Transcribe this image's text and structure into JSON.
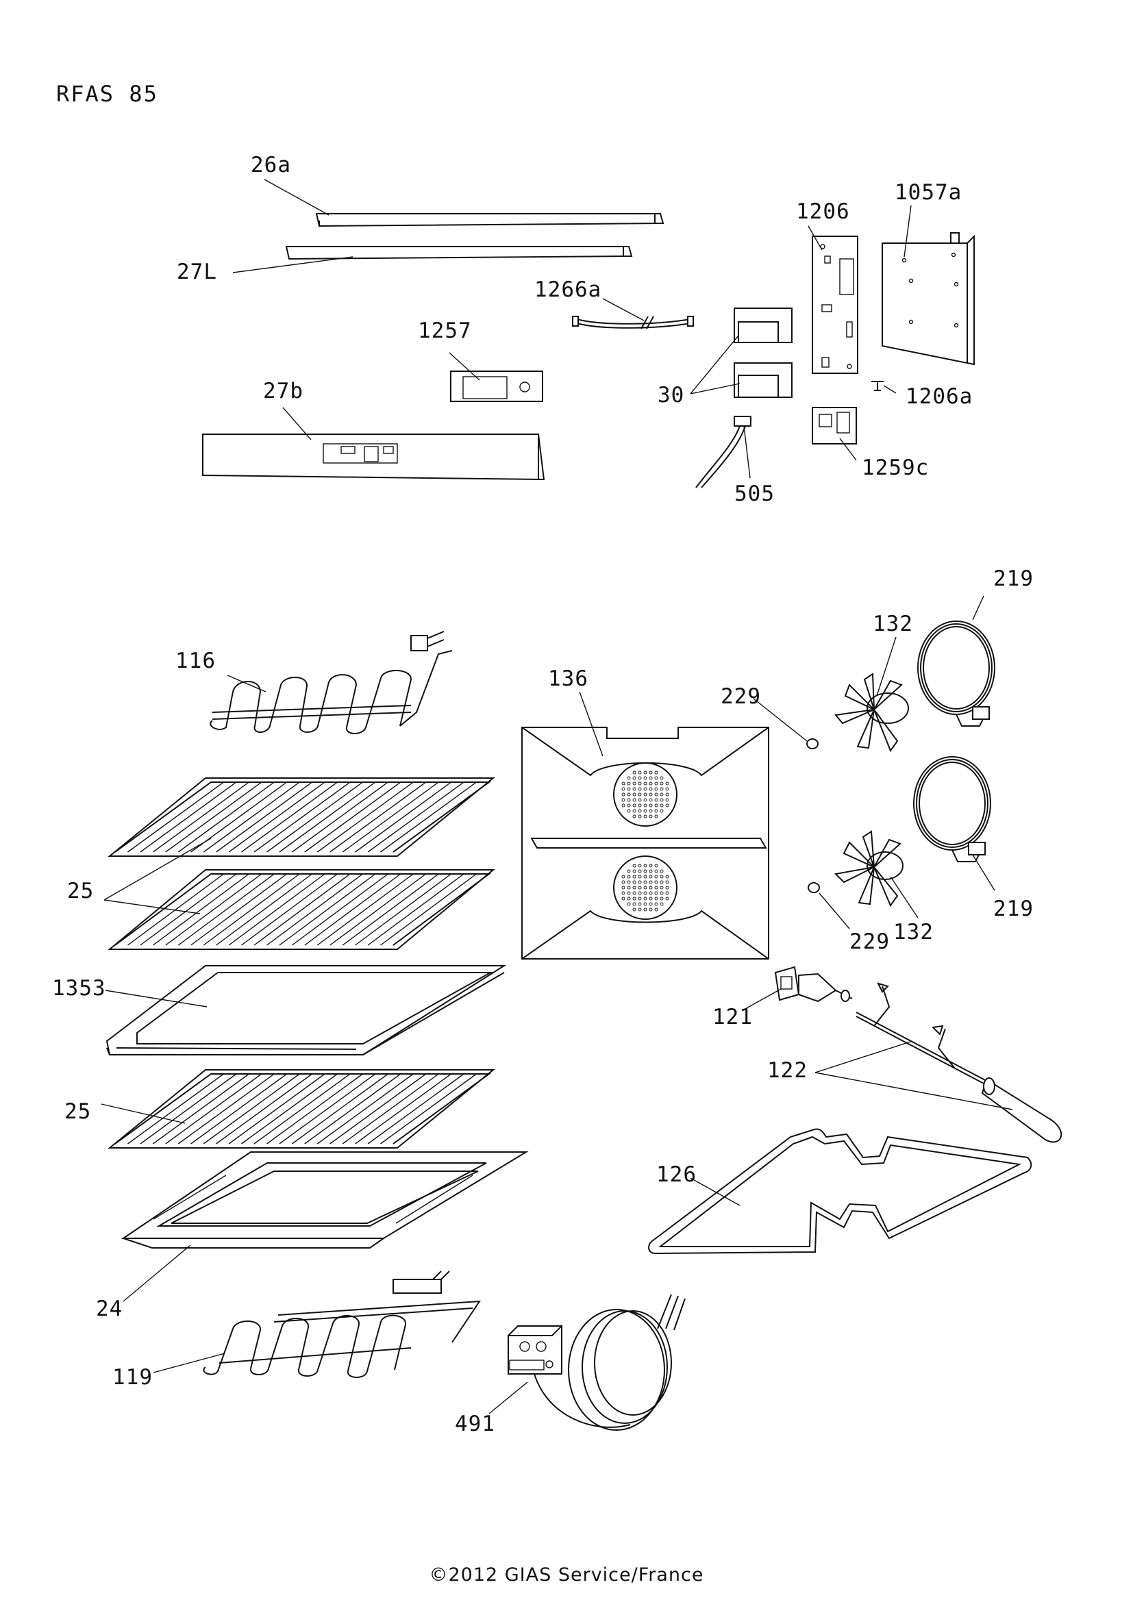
{
  "model": "RFAS 85",
  "footer": "©2012 GIAS Service/France",
  "labels": {
    "p26a": "26a",
    "p27L": "27L",
    "p1266a": "1266a",
    "p1206": "1206",
    "p1057a": "1057a",
    "p1257": "1257",
    "p27b": "27b",
    "p30": "30",
    "p1206a": "1206a",
    "p1259c": "1259c",
    "p505": "505",
    "p219a": "219",
    "p132a": "132",
    "p116": "116",
    "p136": "136",
    "p229a": "229",
    "p25a": "25",
    "p219b": "219",
    "p132b": "132",
    "p229b": "229",
    "p1353": "1353",
    "p121": "121",
    "p122": "122",
    "p25b": "25",
    "p126": "126",
    "p24": "24",
    "p119": "119",
    "p491": "491"
  }
}
